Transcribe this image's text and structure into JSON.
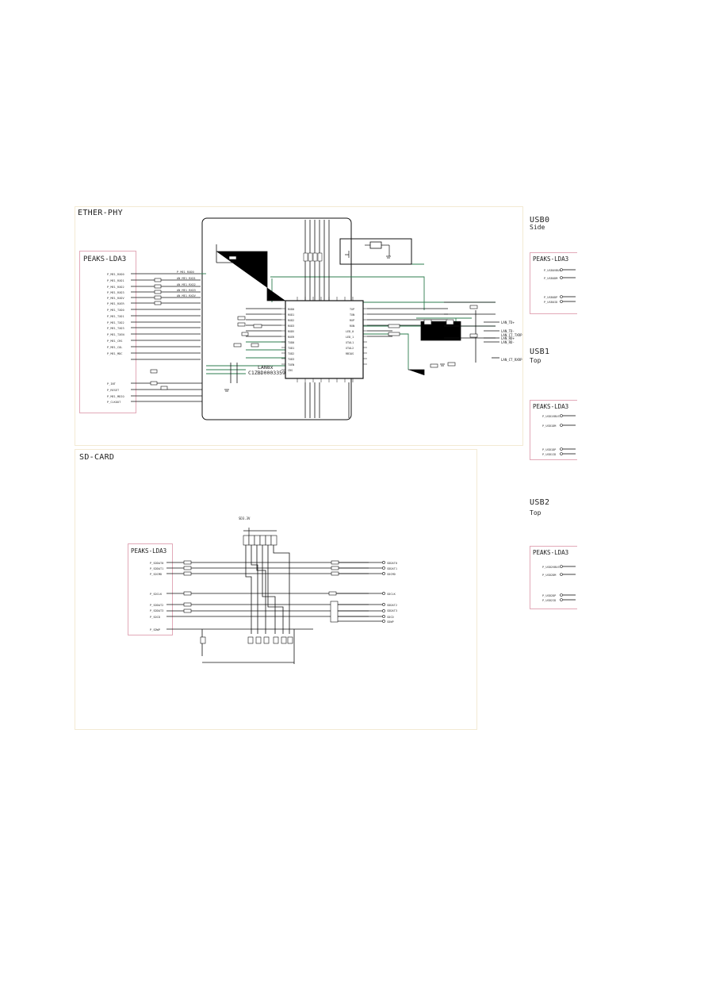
{
  "ether": {
    "title": "ETHER-PHY",
    "connector": "PEAKS-LDA3",
    "chip_line1": "LAN8x",
    "chip_line2": "C1ZBD0003359"
  },
  "sdcard": {
    "title": "SD-CARD",
    "connector": "PEAKS-LDA3"
  },
  "usb0": {
    "title": "USB0",
    "subtitle": "Side",
    "connector": "PEAKS-LDA3"
  },
  "usb1": {
    "title": "USB1",
    "subtitle": "Top",
    "connector": "PEAKS-LDA3"
  },
  "usb2": {
    "title": "USB2",
    "subtitle": "Top",
    "connector": "PEAKS-LDA3"
  },
  "colors": {
    "wire": "#111111",
    "net_green": "#2e7d4f",
    "connector_border": "#e2a9b8",
    "panel_border": "#f3ead3"
  }
}
